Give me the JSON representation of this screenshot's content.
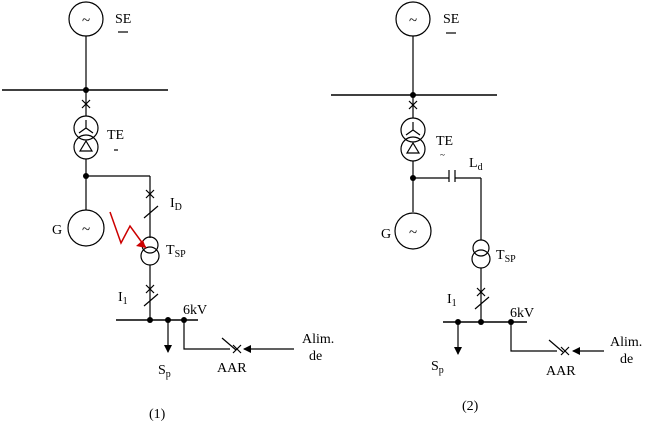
{
  "diagram_1": {
    "se_label": "SE",
    "se_symbol": "~",
    "te_label": "TE",
    "g_label": "G",
    "g_symbol": "~",
    "id_label": "I",
    "id_sub": "D",
    "tsp_label": "T",
    "tsp_sub": "SP",
    "i1_label": "I",
    "i1_sub": "1",
    "bus_voltage": "6kV",
    "sp_label": "S",
    "sp_sub": "p",
    "aar_label": "AAR",
    "alim_line1": "Alim.",
    "alim_line2": "de",
    "caption": "(1)",
    "fault_color": "#cc0000"
  },
  "diagram_2": {
    "se_label": "SE",
    "se_symbol": "~",
    "te_label": "TE",
    "te_tilde": "~",
    "ld_label": "L",
    "ld_sub": "d",
    "g_label": "G",
    "g_symbol": "~",
    "tsp_label": "T",
    "tsp_sub": "SP",
    "i1_label": "I",
    "i1_sub": "1",
    "bus_voltage": "6kV",
    "sp_label": "S",
    "sp_sub": "p",
    "aar_label": "AAR",
    "alim_line1": "Alim.",
    "alim_line2": "de",
    "caption": "(2)"
  }
}
